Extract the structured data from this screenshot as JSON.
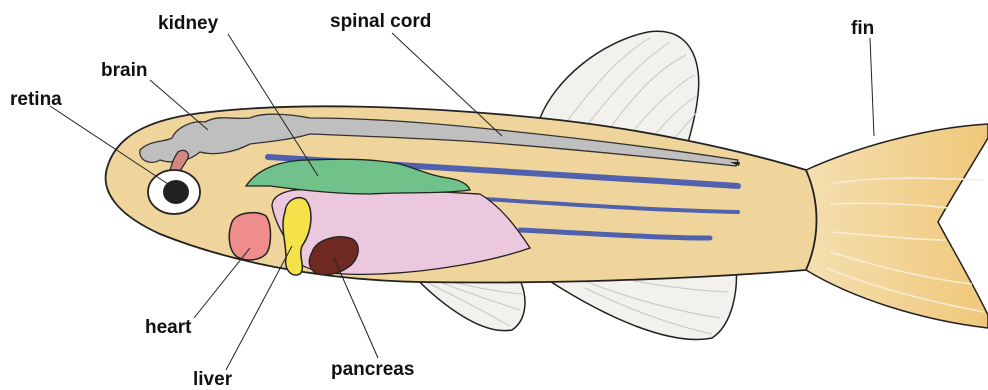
{
  "labels": {
    "kidney": "kidney",
    "spinal_cord": "spinal cord",
    "fin": "fin",
    "brain": "brain",
    "retina": "retina",
    "heart": "heart",
    "liver": "liver",
    "pancreas": "pancreas"
  },
  "colors": {
    "body": "#efd49c",
    "tail": "#f2cf86",
    "fin_membrane": "#f3f1ee",
    "brain_spinal": "#bfbfbf",
    "kidney": "#70c28a",
    "gut": "#ebc8dd",
    "liver": "#f5e24a",
    "heart": "#ef8c8c",
    "pancreas": "#6e2a22",
    "stripes": "#5062ad",
    "retina": "#d38781",
    "outline": "#222222"
  },
  "icons": {
    "eye": "eye-icon"
  }
}
